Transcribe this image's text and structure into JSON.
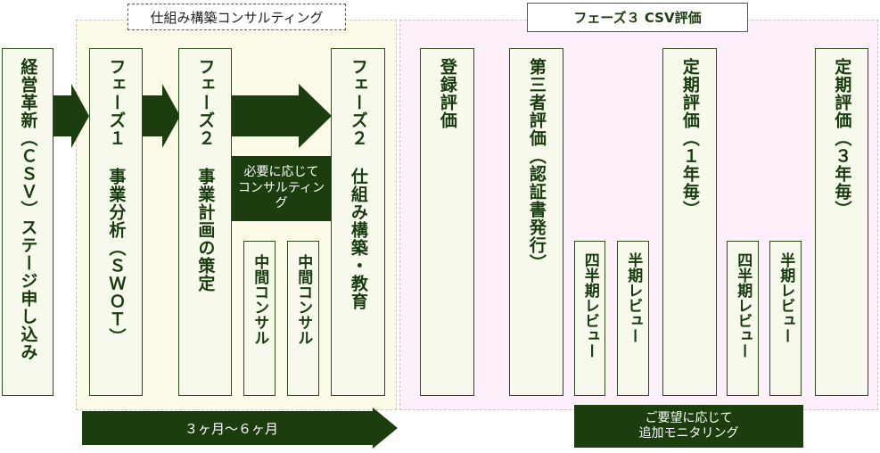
{
  "regions": {
    "consulting_label": "仕組み構築コンサルティング",
    "phase3_label": "フェーズ３ CSV評価"
  },
  "columns": {
    "reform": "経営革新（ＣＳＶ）ステージ申し込み",
    "phase1": "フェーズ１ 事業分析（ＳＷＯＴ）",
    "phase2_plan": "フェーズ２ 事業計画の策定",
    "phase2_system": "フェーズ２ 仕組み構築・教育",
    "mid1": "中間コンサル",
    "mid2": "中間コンサル",
    "registration": "登録評価",
    "third_party": "第三者評価（認証書発行）",
    "quarterly1": "四半期レビュー",
    "halfyear1": "半期レビュー",
    "periodic1": "定期評価（１年毎）",
    "quarterly2": "四半期レビュー",
    "halfyear2": "半期レビュー",
    "periodic2": "定期評価（３年毎）"
  },
  "notes": {
    "as_needed": "必要に応じて\nコンサルティング",
    "monitoring": "ご要望に応じて\n追加モニタリング"
  },
  "timeline": {
    "label": "３ヶ月～６ヶ月"
  },
  "colors": {
    "dark_green": "#1c3e0f",
    "column_fill": "#f6f9ec",
    "yellow_region": "#fbfbe8",
    "pink_region": "#fdf0fb"
  }
}
